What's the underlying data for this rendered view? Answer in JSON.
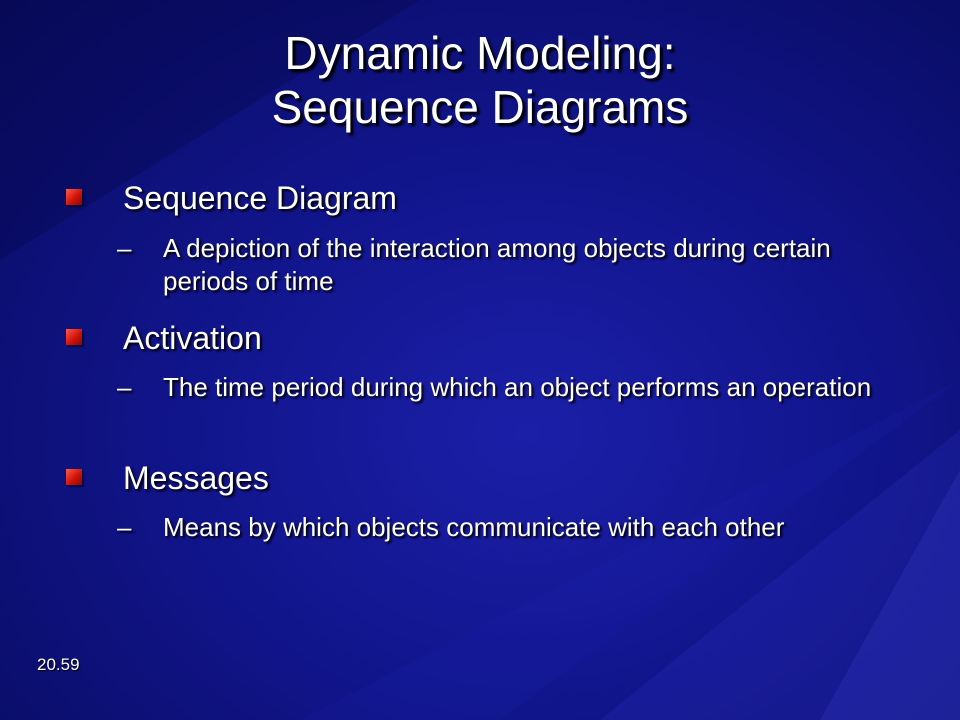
{
  "slide": {
    "title_line1": "Dynamic Modeling:",
    "title_line2": "Sequence Diagrams",
    "bullets": [
      {
        "label": "Sequence Diagram",
        "detail": "A depiction of the interaction among objects during certain periods of time"
      },
      {
        "label": "Activation",
        "detail": "The time period during which an object performs an operation"
      },
      {
        "label": "Messages",
        "detail": "Means by which objects communicate with each other"
      }
    ],
    "dash": "–",
    "page_number": "20.59"
  },
  "colors": {
    "background": "#11158c",
    "bullet": "#d0140a",
    "text": "#ffffff"
  },
  "icons": {
    "bullet": "red-square-bullet-icon"
  }
}
